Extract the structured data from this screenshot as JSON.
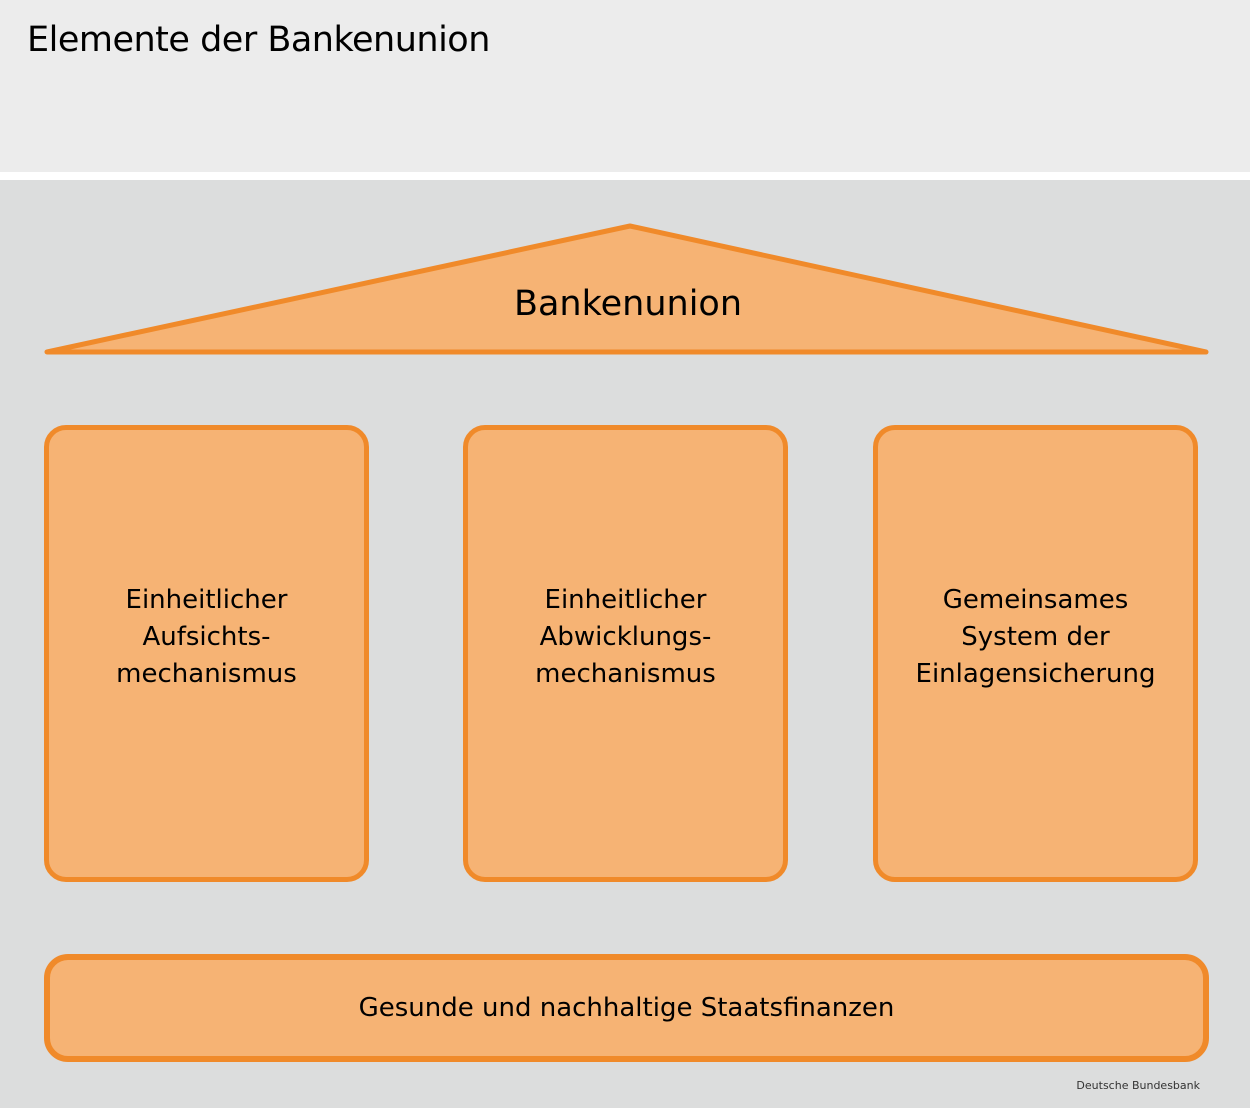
{
  "header": {
    "title": "Elemente der Bankenunion"
  },
  "diagram": {
    "roof_label": "Bankenunion",
    "pillars": [
      {
        "lines": [
          "Einheitlicher",
          "Aufsichts-",
          "mechanismus"
        ]
      },
      {
        "lines": [
          "Einheitlicher",
          "Abwicklungs-",
          "mechanismus"
        ]
      },
      {
        "lines": [
          "Gemeinsames",
          "System der",
          "Einlagensicherung"
        ]
      }
    ],
    "foundation_label": "Gesunde und nachhaltige Staatsfinanzen"
  },
  "source": "Deutsche Bundesbank",
  "colors": {
    "fill": "#f6b374",
    "stroke": "#f08a2a",
    "panel": "#dcdddd",
    "header": "#ececec"
  }
}
